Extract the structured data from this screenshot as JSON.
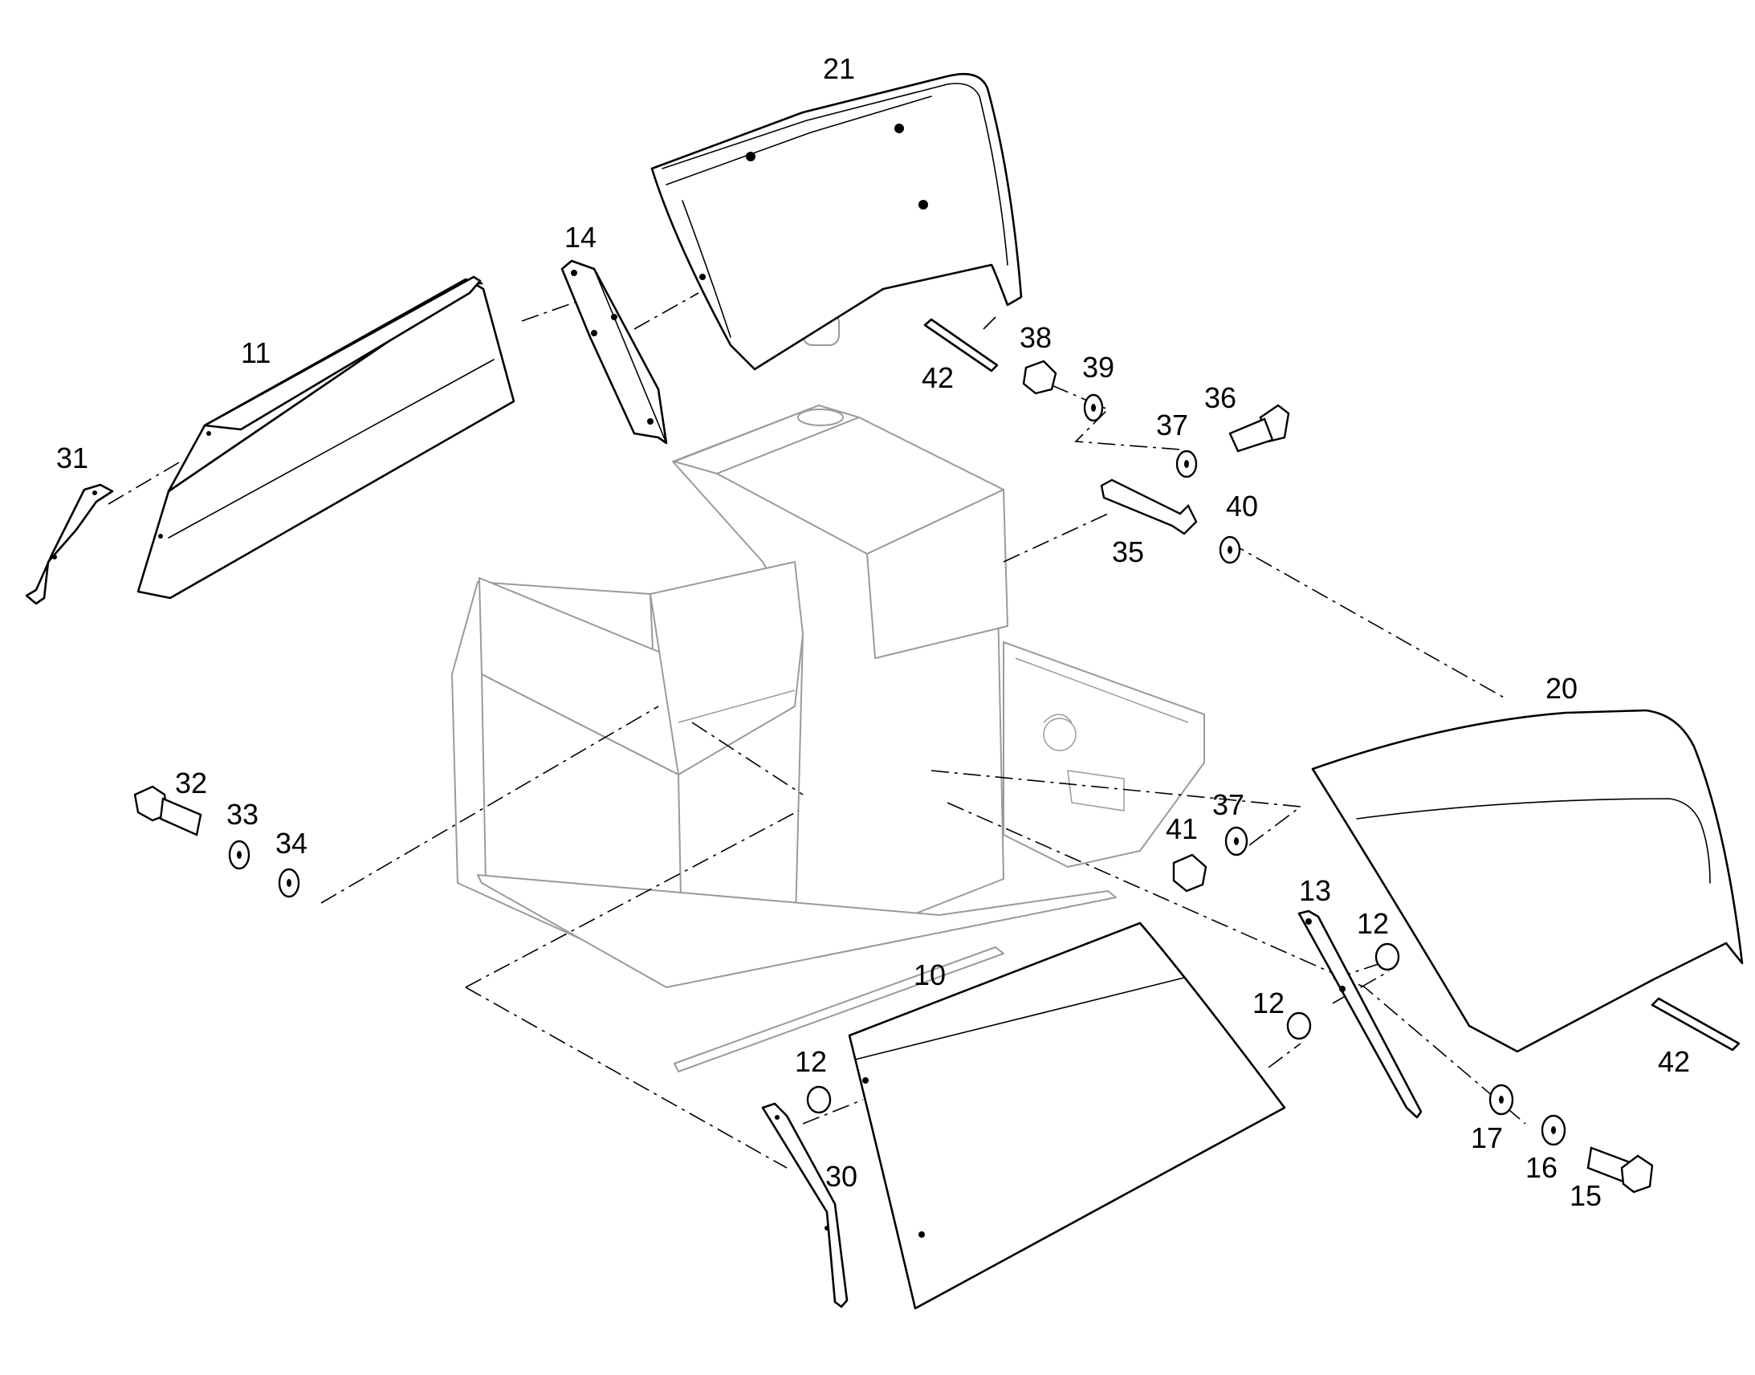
{
  "callouts": [
    {
      "id": "21",
      "text": "21"
    },
    {
      "id": "14",
      "text": "14"
    },
    {
      "id": "11",
      "text": "11"
    },
    {
      "id": "31",
      "text": "31"
    },
    {
      "id": "38",
      "text": "38"
    },
    {
      "id": "39",
      "text": "39"
    },
    {
      "id": "42a",
      "text": "42"
    },
    {
      "id": "36",
      "text": "36"
    },
    {
      "id": "37a",
      "text": "37"
    },
    {
      "id": "40",
      "text": "40"
    },
    {
      "id": "35",
      "text": "35"
    },
    {
      "id": "20",
      "text": "20"
    },
    {
      "id": "32",
      "text": "32"
    },
    {
      "id": "33",
      "text": "33"
    },
    {
      "id": "34",
      "text": "34"
    },
    {
      "id": "41",
      "text": "41"
    },
    {
      "id": "37b",
      "text": "37"
    },
    {
      "id": "13",
      "text": "13"
    },
    {
      "id": "12a",
      "text": "12"
    },
    {
      "id": "12b",
      "text": "12"
    },
    {
      "id": "10",
      "text": "10"
    },
    {
      "id": "12c",
      "text": "12"
    },
    {
      "id": "30",
      "text": "30"
    },
    {
      "id": "17",
      "text": "17"
    },
    {
      "id": "16",
      "text": "16"
    },
    {
      "id": "15",
      "text": "15"
    },
    {
      "id": "42b",
      "text": "42"
    }
  ]
}
